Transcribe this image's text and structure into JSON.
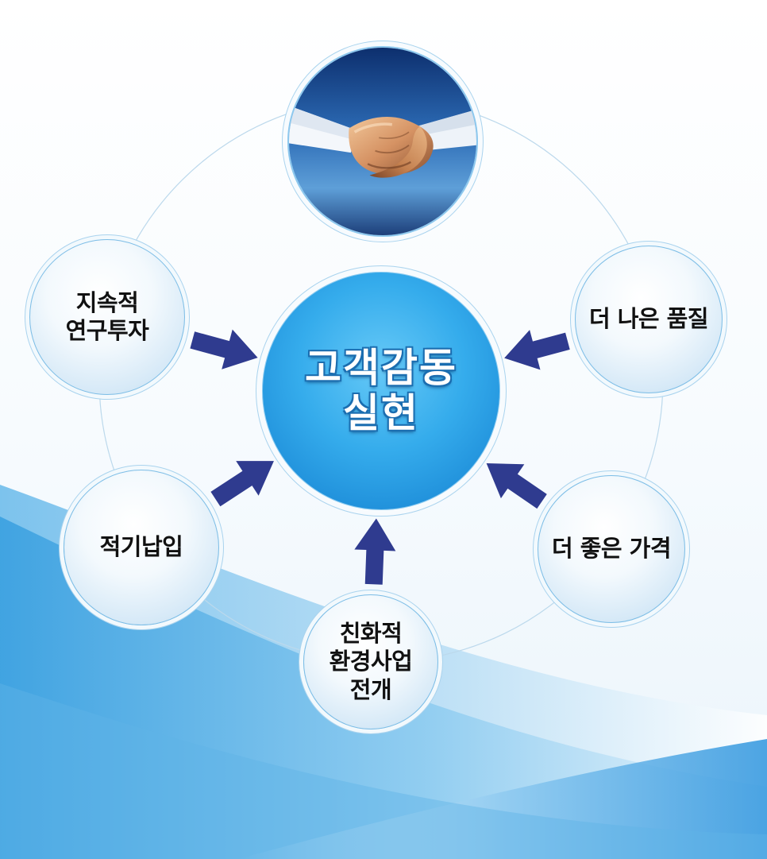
{
  "diagram": {
    "center": {
      "id": "center",
      "label": "고객감동\n실현"
    },
    "photo": {
      "id": "photo",
      "icon": "handshake-icon"
    },
    "nodes": [
      {
        "id": "research",
        "label": "지속적\n연구투자"
      },
      {
        "id": "quality",
        "label": "더 나은 품질"
      },
      {
        "id": "delivery",
        "label": "적기납입"
      },
      {
        "id": "price",
        "label": "더 좋은 가격"
      },
      {
        "id": "eco",
        "label": "친화적\n환경사업\n전개"
      }
    ],
    "edges": [
      {
        "from": "research",
        "to": "center"
      },
      {
        "from": "quality",
        "to": "center"
      },
      {
        "from": "delivery",
        "to": "center"
      },
      {
        "from": "price",
        "to": "center"
      },
      {
        "from": "eco",
        "to": "center"
      }
    ]
  },
  "colors": {
    "center_fill": "#2f9fe6",
    "arrow": "#2f3b8f",
    "ring": "#b9d9ee",
    "label": "#111111"
  }
}
